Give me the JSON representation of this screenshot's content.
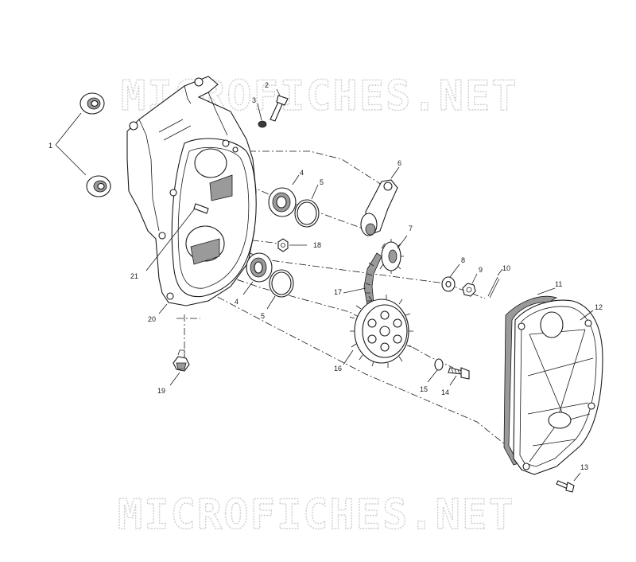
{
  "watermark": {
    "top": "MICROFICHES.NET",
    "bottom": "MICROFICHES.NET"
  },
  "callouts": {
    "c1": "1",
    "c2": "2",
    "c3": "3",
    "c4a": "4",
    "c4b": "4",
    "c5a": "5",
    "c5b": "5",
    "c6": "6",
    "c7": "7",
    "c8": "8",
    "c9": "9",
    "c10": "10",
    "c11": "11",
    "c12": "12",
    "c13": "13",
    "c14": "14",
    "c15": "15",
    "c16": "16",
    "c17": "17",
    "c18": "18",
    "c19": "19",
    "c20": "20",
    "c21": "21"
  }
}
